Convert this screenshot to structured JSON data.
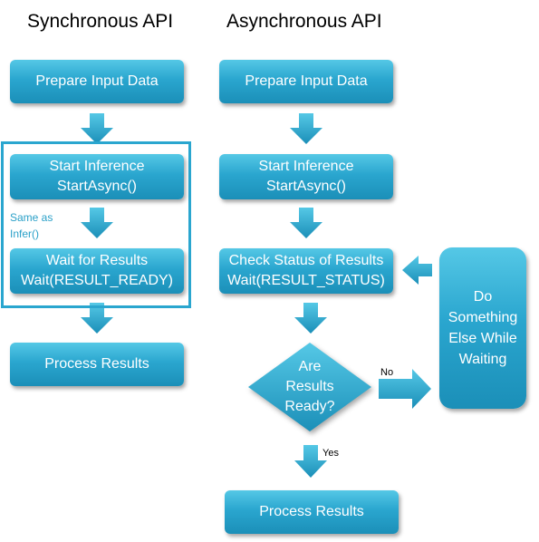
{
  "sync": {
    "title": "Synchronous API",
    "prepare": "Prepare Input Data",
    "start_line1": "Start Inference",
    "start_line2": "StartAsync()",
    "note_line1": "Same as",
    "note_line2": "Infer()",
    "wait_line1": "Wait for Results",
    "wait_line2": "Wait(RESULT_READY)",
    "process": "Process Results"
  },
  "async": {
    "title": "Asynchronous API",
    "prepare": "Prepare Input Data",
    "start_line1": "Start Inference",
    "start_line2": "StartAsync()",
    "check_line1": "Check Status of Results",
    "check_line2": "Wait(RESULT_STATUS)",
    "decision_line1": "Are",
    "decision_line2": "Results",
    "decision_line3": "Ready?",
    "no_label": "No",
    "yes_label": "Yes",
    "other_line1": "Do",
    "other_line2": "Something",
    "other_line3": "Else While",
    "other_line4": "Waiting",
    "process": "Process Results"
  },
  "colors": {
    "box_top": "#55c8e6",
    "box_bottom": "#1b8fb8",
    "outline": "#2aa6cf",
    "note_text": "#2aa0c8"
  }
}
